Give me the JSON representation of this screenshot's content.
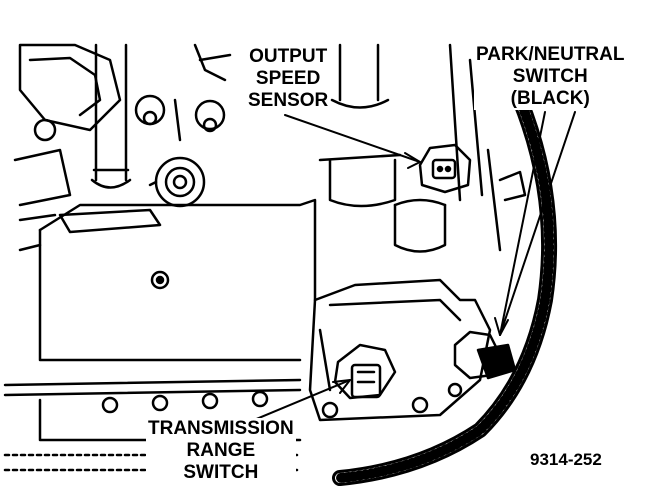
{
  "labels": {
    "output_speed_sensor": [
      "OUTPUT",
      "SPEED",
      "SENSOR"
    ],
    "park_neutral_switch": [
      "PARK/NEUTRAL",
      "SWITCH",
      "(BLACK)"
    ],
    "transmission_range_switch": [
      "TRANSMISSION",
      "RANGE",
      "SWITCH"
    ]
  },
  "figure_code": "9314-252",
  "colors": {
    "ink": "#000000",
    "paper": "#ffffff"
  }
}
